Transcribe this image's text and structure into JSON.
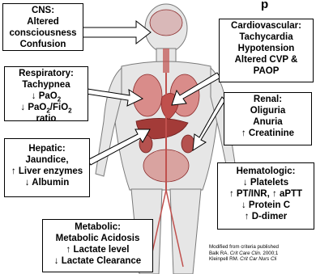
{
  "header_fragment": "p",
  "boxes": {
    "cns": {
      "title": "CNS:",
      "lines": [
        "Altered",
        "consciousness",
        "Confusion"
      ]
    },
    "cardiovascular": {
      "title": "Cardiovascular:",
      "lines": [
        "Tachycardia",
        "Hypotension",
        "Altered CVP &",
        "PAOP"
      ]
    },
    "respiratory": {
      "title": "Respiratory:",
      "line1": "Tachypnea",
      "line2_arrow": "↓",
      "line2_text": "PaO",
      "line2_sub": "2",
      "line3_arrow": "↓",
      "line3_text_a": "PaO",
      "line3_sub_a": "2",
      "line3_text_b": "/FiO",
      "line3_sub_b": "2",
      "line4": "ratio"
    },
    "renal": {
      "title": "Renal:",
      "line1": "Oliguria",
      "line2": "Anuria",
      "line3_arrow": "↑",
      "line3_text": "Creatinine"
    },
    "hepatic": {
      "title": "Hepatic:",
      "line1": "Jaundice,",
      "line2_arrow": "↑",
      "line2_text": "Liver enzymes",
      "line3_arrow": "↓",
      "line3_text": "Albumin"
    },
    "hematologic": {
      "title": "Hematologic:",
      "line1_arrow": "↓",
      "line1_text": "Platelets",
      "line2_arrow_a": "↑",
      "line2_text_a": "PT/INR,",
      "line2_arrow_b": "↑",
      "line2_text_b": "aPTT",
      "line3_arrow": "↓",
      "line3_text": "Protein C",
      "line4_arrow": "↑",
      "line4_text": "D-dimer"
    },
    "metabolic": {
      "title": "Metabolic:",
      "line1": "Metabolic Acidosis",
      "line2_arrow": "↑",
      "line2_text": "Lactate level",
      "line3_arrow": "↓",
      "line3_text": "Lactate Clearance"
    }
  },
  "credit": {
    "line1": "Modified from criteria published",
    "line2_a": "Balk RA. ",
    "line2_journal": "Crit Care Clin.",
    "line2_b": " 2000;1",
    "line3_a": "Kleinpell RM. ",
    "line3_journal": "Crit Car Nurs Cli"
  },
  "colors": {
    "box_border": "#000000",
    "figure_fill": "#e6e6e6",
    "figure_stroke": "#7a7a7a",
    "organ_red": "#c0504d",
    "organ_dark": "#8b2a2a",
    "arrow_fill": "#ffffff",
    "arrow_stroke": "#000000"
  }
}
